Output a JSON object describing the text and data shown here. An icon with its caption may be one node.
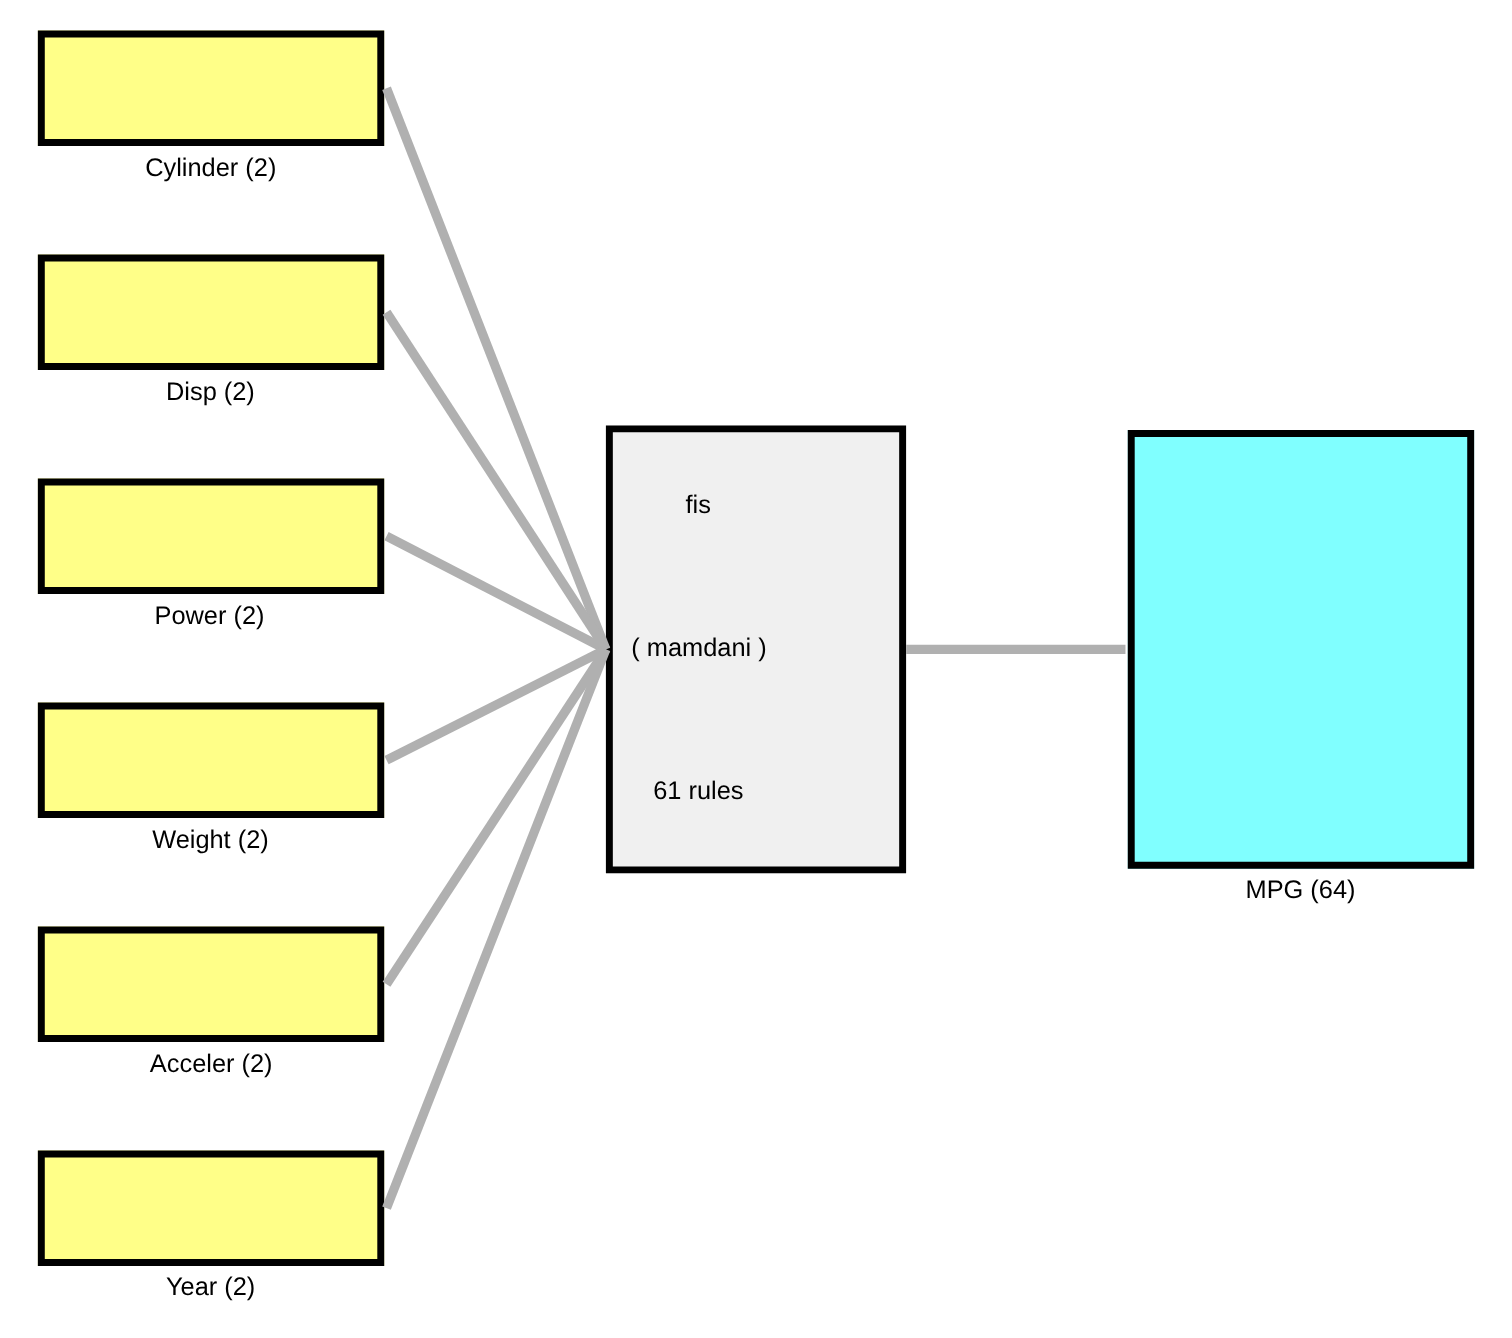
{
  "diagram": {
    "nodes": [
      {
        "text": [
          "Cylinder (2)"
        ]
      },
      {
        "text": [
          "Disp (2)"
        ]
      },
      {
        "text": [
          "Power (2)"
        ]
      },
      {
        "text": [
          "Weight (2)"
        ]
      },
      {
        "text": [
          "Acceler (2)"
        ]
      },
      {
        "text": [
          "Year (2)"
        ]
      },
      {
        "text": [
          "fis",
          "( mamdani )",
          "61 rules"
        ]
      },
      {
        "text": [
          "MPG (64)"
        ]
      }
    ],
    "edges": [
      {
        "from": 0,
        "to": 6,
        "arrow": "none"
      },
      {
        "from": 1,
        "to": 6,
        "arrow": "none"
      },
      {
        "from": 2,
        "to": 6,
        "arrow": "none"
      },
      {
        "from": 3,
        "to": 6,
        "arrow": "none"
      },
      {
        "from": 4,
        "to": 6,
        "arrow": "none"
      },
      {
        "from": 5,
        "to": 6,
        "arrow": "none"
      },
      {
        "from": 6,
        "to": 7,
        "arrow": "none"
      }
    ]
  }
}
